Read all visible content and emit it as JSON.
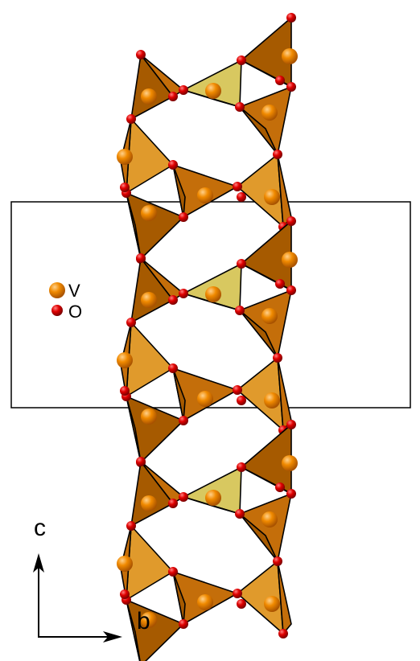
{
  "legend": [
    {
      "symbol": "V",
      "color": "#f08a00"
    },
    {
      "symbol": "O",
      "color": "#e00000"
    }
  ],
  "axes": {
    "vertical": "c",
    "horizontal": "b"
  },
  "colors": {
    "tet_dark": "#a65a00",
    "tet_mid": "#c46e0a",
    "tet_light": "#e09a2c",
    "tet_yellow": "#d8c860",
    "tet_yellow_light": "#f0e49a",
    "atom_v": "#f08a00",
    "atom_o": "#e00000",
    "cell": "#000000"
  }
}
